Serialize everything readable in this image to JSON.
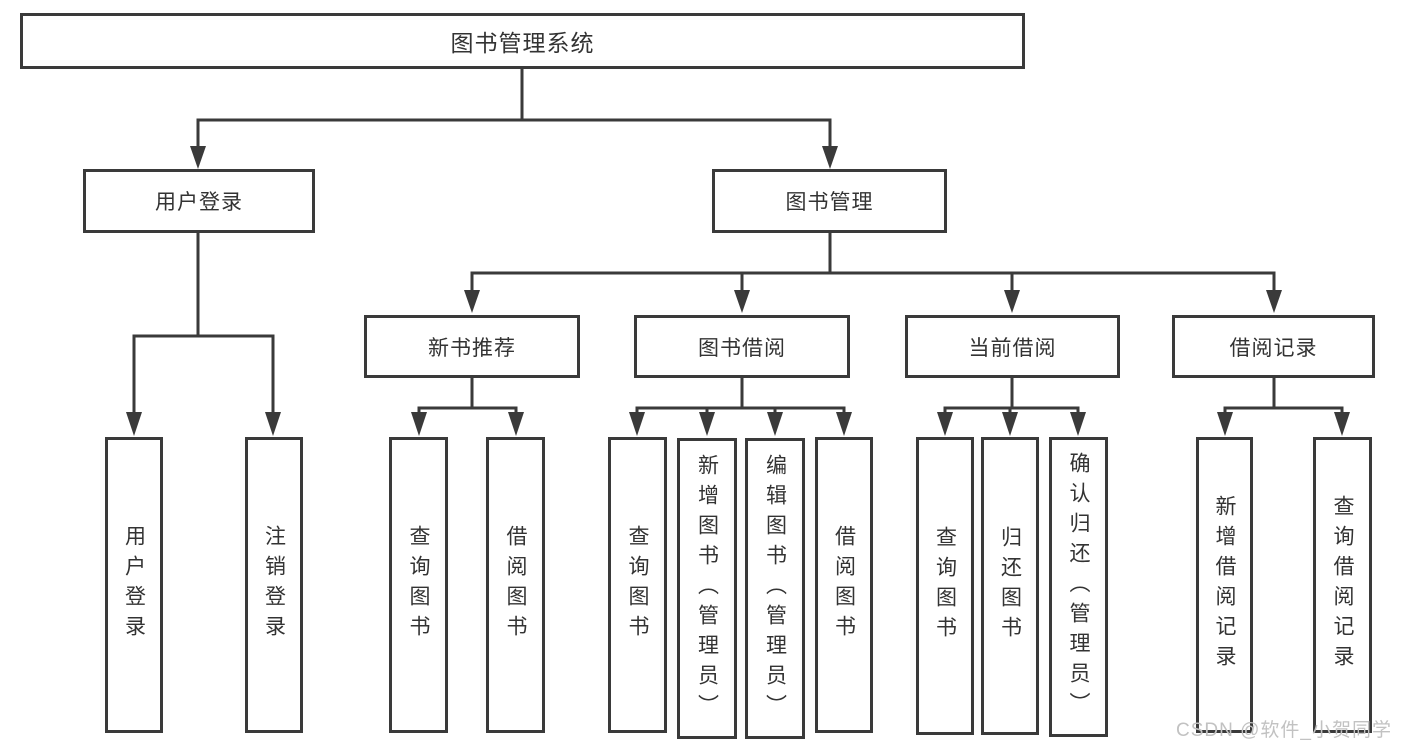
{
  "nodes": {
    "root": "图书管理系统",
    "user_login": "用户登录",
    "book_management": "图书管理",
    "new_book_recommend": "新书推荐",
    "book_borrowing": "图书借阅",
    "current_borrowing": "当前借阅",
    "borrowing_records": "借阅记录",
    "ul_user_login": "用户登录",
    "ul_logout": "注销登录",
    "nr_query_books": "查询图书",
    "nr_borrow_books": "借阅图书",
    "bb_query_books": "查询图书",
    "bb_add_books_admin": "新增图书（管理员）",
    "bb_edit_books_admin": "编辑图书（管理员）",
    "bb_borrow_books": "借阅图书",
    "cb_query_books": "查询图书",
    "cb_return_books": "归还图书",
    "cb_confirm_return_admin": "确认归还（管理员）",
    "br_add_record": "新增借阅记录",
    "br_query_record": "查询借阅记录"
  },
  "watermark": "CSDN @软件_小贺同学",
  "colors": {
    "line": "#3a3a3a",
    "text": "#333333",
    "watermark": "#c2c2c2",
    "background": "#ffffff"
  }
}
